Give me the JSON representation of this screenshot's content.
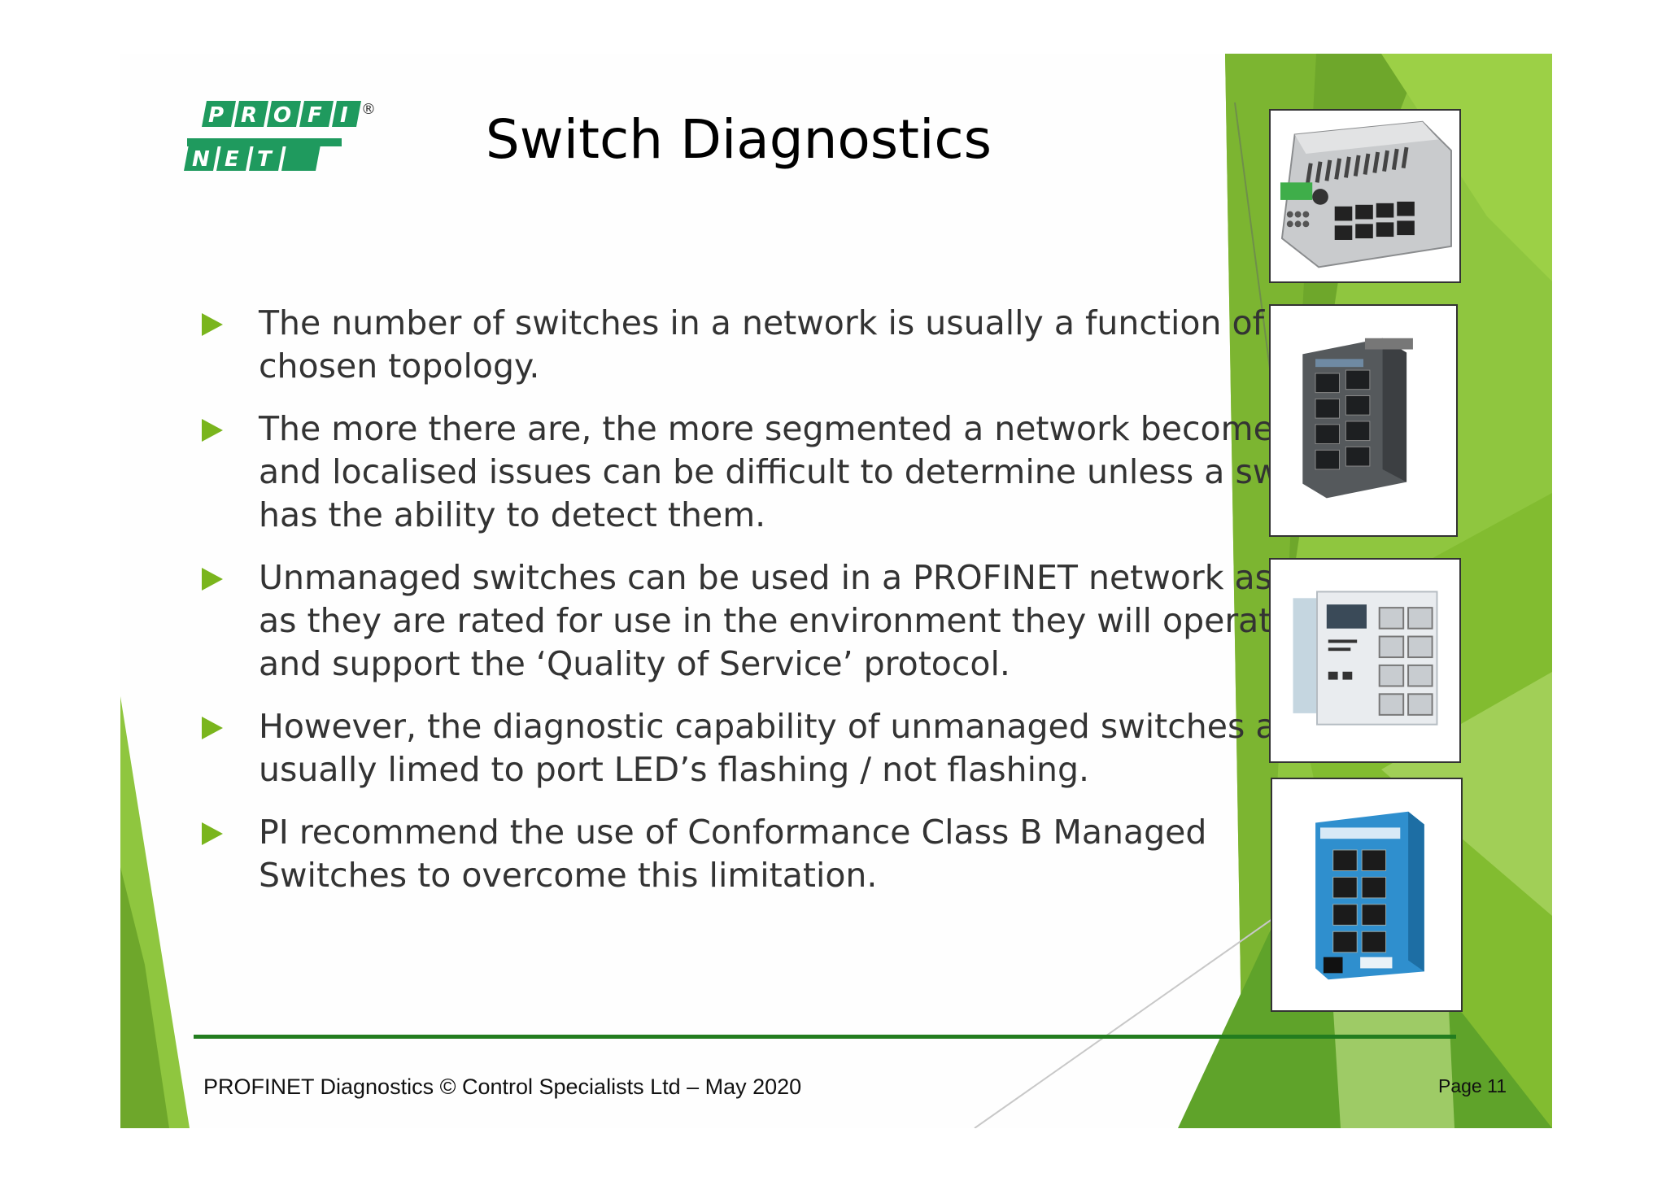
{
  "logo": {
    "line1": "PROFI",
    "line2": "NET",
    "registered": "®"
  },
  "title": "Switch Diagnostics",
  "bullets": [
    "The number of switches in a network is usually a function of the chosen topology.",
    "The more there are, the more segmented a network becomes and localised issues can be difficult to determine unless a switch has the ability to detect them.",
    "Unmanaged switches can be used in a PROFINET network as long as they are rated for use in the environment they will operate in and support the ‘Quality of Service’ protocol.",
    "However, the diagnostic capability of unmanaged switches are usually limed to port LED’s flashing / not flashing.",
    "PI recommend the use of Conformance Class B Managed Switches to overcome this limitation."
  ],
  "footer": {
    "text": "PROFINET Diagnostics © Control Specialists Ltd – May 2020",
    "page": "Page 11"
  },
  "photos": [
    {
      "icon": "industrial-switch-grey-icon"
    },
    {
      "icon": "managed-switch-dark-icon"
    },
    {
      "icon": "din-rail-switch-white-icon"
    },
    {
      "icon": "proneset-switch-blue-icon"
    }
  ],
  "colors": {
    "accent_green": "#7ab51d",
    "dark_green": "#237d1f",
    "logo_green": "#1f9a5e"
  }
}
